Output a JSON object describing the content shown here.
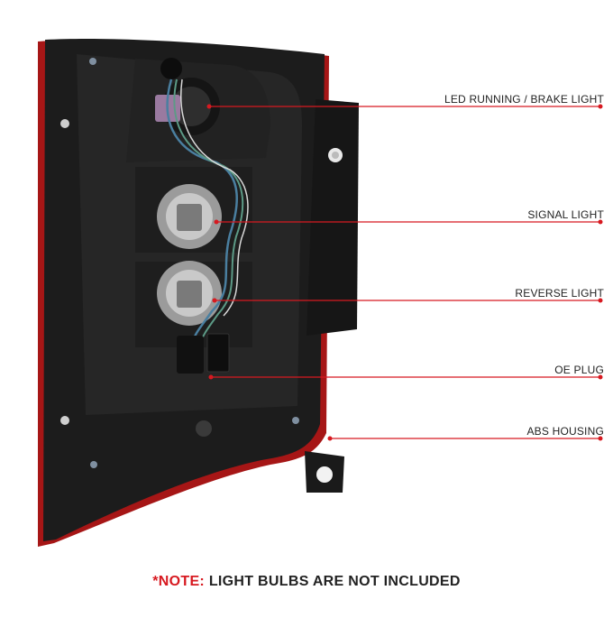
{
  "callouts": [
    {
      "label": "LED RUNNING / BRAKE LIGHT"
    },
    {
      "label": "SIGNAL LIGHT"
    },
    {
      "label": "REVERSE LIGHT"
    },
    {
      "label": "OE PLUG"
    },
    {
      "label": "ABS HOUSING"
    }
  ],
  "note": {
    "prefix": "*NOTE:",
    "text": " LIGHT BULBS ARE NOT INCLUDED"
  },
  "colors": {
    "accent_red": "#d71920",
    "housing_dark": "#1c1c1c",
    "lens_red": "#b01818"
  }
}
